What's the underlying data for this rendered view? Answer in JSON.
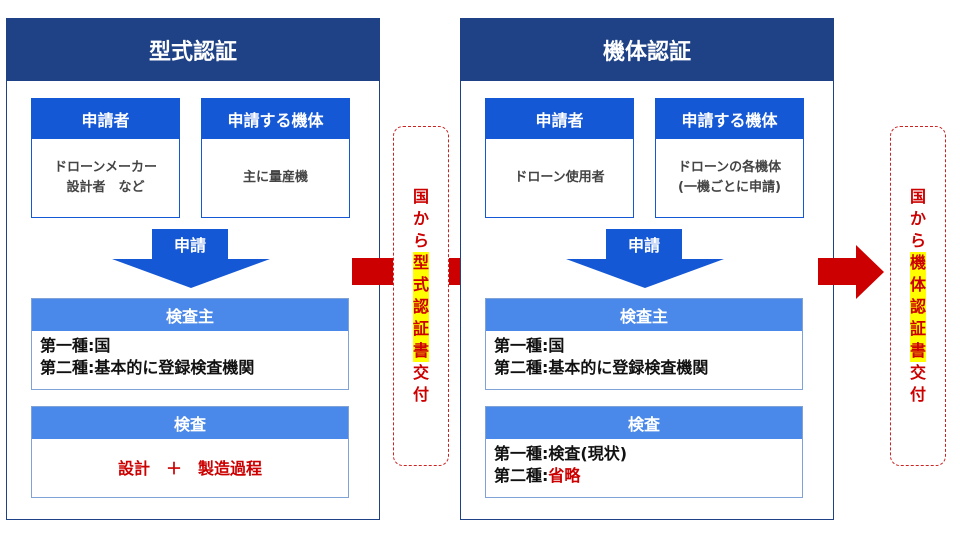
{
  "colors": {
    "panel_header": "#1f4287",
    "box_header": "#1558d6",
    "light_header": "#4a88ea",
    "accent_red": "#cc0000",
    "highlight": "#ffff00"
  },
  "type_cert": {
    "title": "型式認証",
    "applicant": {
      "header": "申請者",
      "lines": [
        "ドローンメーカー",
        "設計者　など"
      ]
    },
    "aircraft": {
      "header": "申請する機体",
      "lines": [
        "主に量産機"
      ]
    },
    "apply_arrow": "申請",
    "inspector": {
      "header": "検査主",
      "lines": [
        "第一種:国",
        "第二種:基本的に登録検査機関"
      ]
    },
    "inspection": {
      "header": "検査",
      "text": "設計　＋　製造過程"
    }
  },
  "type_issue": {
    "prefix": [
      "国",
      "か",
      "ら"
    ],
    "highlight": [
      "型",
      "式",
      "認",
      "証",
      "書"
    ],
    "suffix": [
      "交",
      "付"
    ]
  },
  "body_cert": {
    "title": "機体認証",
    "applicant": {
      "header": "申請者",
      "lines": [
        "ドローン使用者"
      ]
    },
    "aircraft": {
      "header": "申請する機体",
      "lines": [
        "ドローンの各機体",
        "(一機ごとに申請)"
      ]
    },
    "apply_arrow": "申請",
    "inspector": {
      "header": "検査主",
      "lines": [
        "第一種:国",
        "第二種:基本的に登録検査機関"
      ]
    },
    "inspection": {
      "header": "検査",
      "line1": "第一種:検査(現状)",
      "line2_prefix": "第二種:",
      "line2_red": "省略"
    }
  },
  "body_issue": {
    "prefix": [
      "国",
      "か",
      "ら"
    ],
    "highlight": [
      "機",
      "体",
      "認",
      "証",
      "書"
    ],
    "suffix": [
      "交",
      "付"
    ]
  }
}
